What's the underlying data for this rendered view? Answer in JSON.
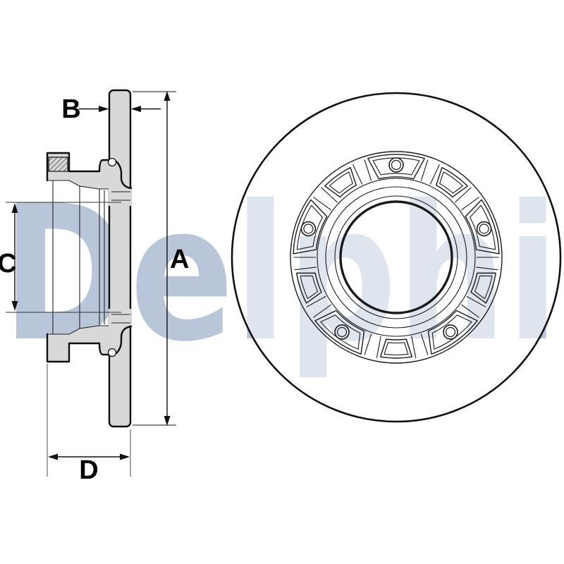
{
  "watermark": {
    "text": "Delphi",
    "color": "#b9c6da"
  },
  "section_view": {
    "label_top": "B",
    "label_left": "C",
    "label_right": "A",
    "label_bottom": "D"
  },
  "front_view": {
    "bolt_hole_count": 5,
    "pocket_count": 10
  },
  "colors": {
    "line": "#111111",
    "metal_fill": "#d8d8d8",
    "extension_gray": "#8f8f8f",
    "disc_face_overlay": "rgba(255,255,255,0.55)"
  }
}
